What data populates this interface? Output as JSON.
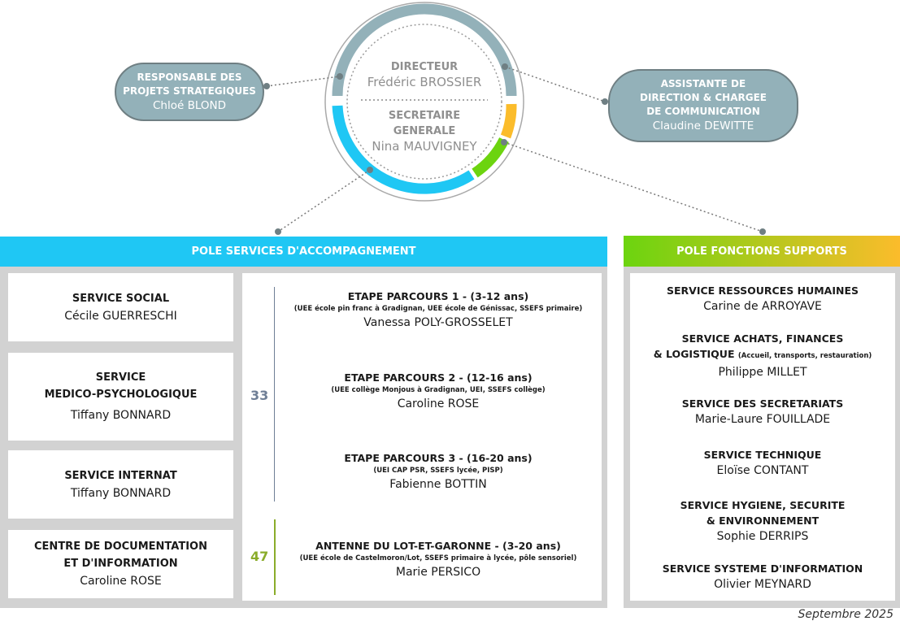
{
  "center": {
    "director": {
      "title": "DIRECTEUR",
      "name": "Frédéric BROSSIER"
    },
    "secretary": {
      "title_line1": "SECRETAIRE",
      "title_line2": "GENERALE",
      "name": "Nina MAUVIGNEY"
    }
  },
  "left_pill": {
    "line1": "RESPONSABLE DES",
    "line2": "PROJETS STRATEGIQUES",
    "name": "Chloé BLOND"
  },
  "right_pill": {
    "line1": "ASSISTANTE DE",
    "line2": "DIRECTION & CHARGEE",
    "line3": "DE COMMUNICATION",
    "name": "Claudine DEWITTE"
  },
  "pole_accompagnement": {
    "title": "POLE SERVICES D'ACCOMPAGNEMENT",
    "services": [
      {
        "title_line1": "SERVICE SOCIAL",
        "title_line2": "",
        "name": "Cécile GUERRESCHI"
      },
      {
        "title_line1": "SERVICE",
        "title_line2": "MEDICO-PSYCHOLOGIQUE",
        "name": "Tiffany BONNARD"
      },
      {
        "title_line1": "SERVICE INTERNAT",
        "title_line2": "",
        "name": "Tiffany BONNARD"
      },
      {
        "title_line1": "CENTRE DE DOCUMENTATION",
        "title_line2": "ET D'INFORMATION",
        "name": "Caroline ROSE"
      }
    ],
    "count_33": "33",
    "count_47": "47",
    "steps": [
      {
        "title": "ETAPE PARCOURS 1 - (3-12 ans)",
        "sub": "(UEE école pin franc à Gradignan, UEE école de Génissac, SSEFS primaire)",
        "name": "Vanessa POLY-GROSSELET"
      },
      {
        "title": "ETAPE PARCOURS 2 - (12-16 ans)",
        "sub": "(UEE collège Monjous à Gradignan, UEI, SSEFS collège)",
        "name": "Caroline ROSE"
      },
      {
        "title": "ETAPE PARCOURS 3 - (16-20 ans)",
        "sub": "(UEI CAP PSR, SSEFS lycée, PISP)",
        "name": "Fabienne BOTTIN"
      },
      {
        "title": "ANTENNE DU LOT-ET-GARONNE - (3-20 ans)",
        "sub": "(UEE école de Castelmoron/Lot, SSEFS primaire à lycée, pôle sensoriel)",
        "name": "Marie PERSICO"
      }
    ]
  },
  "pole_supports": {
    "title": "POLE FONCTIONS SUPPORTS",
    "services": [
      {
        "title_line1": "SERVICE RESSOURCES HUMAINES",
        "title_line2": "",
        "title_sub": "",
        "name": "Carine de ARROYAVE"
      },
      {
        "title_line1": "SERVICE ACHATS, FINANCES",
        "title_line2": "& LOGISTIQUE",
        "title_sub": "(Accueil, transports, restauration)",
        "name": "Philippe MILLET"
      },
      {
        "title_line1": "SERVICE DES SECRETARIATS",
        "title_line2": "",
        "title_sub": "",
        "name": "Marie-Laure FOUILLADE"
      },
      {
        "title_line1": "SERVICE TECHNIQUE",
        "title_line2": "",
        "title_sub": "",
        "name": "Eloïse CONTANT"
      },
      {
        "title_line1": "SERVICE HYGIENE, SECURITE",
        "title_line2": "& ENVIRONNEMENT",
        "title_sub": "",
        "name": "Sophie DERRIPS"
      },
      {
        "title_line1": "SERVICE SYSTEME D'INFORMATION",
        "title_line2": "",
        "title_sub": "",
        "name": "Olivier MEYNARD"
      }
    ]
  },
  "footer": "Septembre 2025",
  "colors": {
    "blue": "#1fc7f4",
    "green": "#6cd40f",
    "orange": "#fbbc2b",
    "grey_ring": "#93b1b9",
    "olive": "#8aac2a",
    "slate": "#6f7f96"
  }
}
